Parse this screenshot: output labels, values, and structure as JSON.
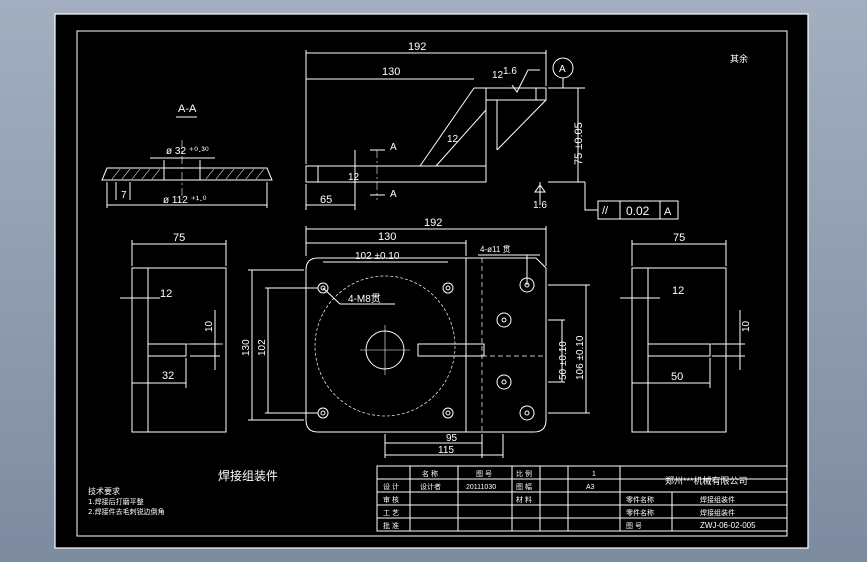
{
  "drawing": {
    "title_cn": "焊接组装件",
    "top_right_label": "其余",
    "section_label": "A-A",
    "section_marker": "A"
  },
  "section_view": {
    "dim_inner_dia": "ø 32 ⁺⁰·³⁰",
    "dim_outer_dia": "ø 112 ⁺¹·⁰",
    "dim_height": "7"
  },
  "front_view": {
    "dim_overall": "192",
    "dim_130": "130",
    "dim_12_top": "12",
    "dim_roughness_top": "1.6",
    "datum_circle": "A",
    "dim_12_slant": "12",
    "dim_12_left": "12",
    "dim_65": "65",
    "dim_75": "75 ±0.05",
    "dim_roughness_bottom": "1.6",
    "tolerance_symbol": "//",
    "tolerance_value": "0.02",
    "tolerance_datum": "A"
  },
  "plan_view": {
    "dim_192": "192",
    "dim_130": "130",
    "dim_102_top": "102 ±0.10",
    "hole_callout_right": "4-ø11 贯",
    "hole_callout_left": "4-M8贯",
    "dim_130_left": "130",
    "dim_102_left": "102",
    "dim_50": "50 ±0.10",
    "dim_106": "106 ±0.10",
    "dim_95": "95",
    "dim_115": "115"
  },
  "left_view": {
    "dim_75": "75",
    "dim_12": "12",
    "dim_10": "10",
    "dim_32": "32"
  },
  "right_view": {
    "dim_75": "75",
    "dim_12": "12",
    "dim_10": "10",
    "dim_50": "50"
  },
  "notes": {
    "heading": "技术要求",
    "line1": "1.焊接后打磨平整",
    "line2": "2.焊接件去毛刺锐边倒角"
  },
  "title_block": {
    "company": "郑州***机械有限公司",
    "r1": [
      "名 称",
      "图 号",
      "比 例",
      "1"
    ],
    "r2": [
      "设 计",
      "设计者",
      "20111030",
      "图 幅",
      "A3"
    ],
    "r3": [
      "审 核",
      "",
      "",
      "材 料",
      "",
      "零件名称",
      "焊接组装件"
    ],
    "r4": [
      "工 艺",
      "",
      "",
      "",
      "",
      "零件名称",
      "焊接组装件"
    ],
    "r5": [
      "批 准",
      "",
      "",
      "",
      "",
      "图 号",
      "ZWJ-06-02-005"
    ],
    "drawing_no": "ZWJ-06-02-005"
  }
}
